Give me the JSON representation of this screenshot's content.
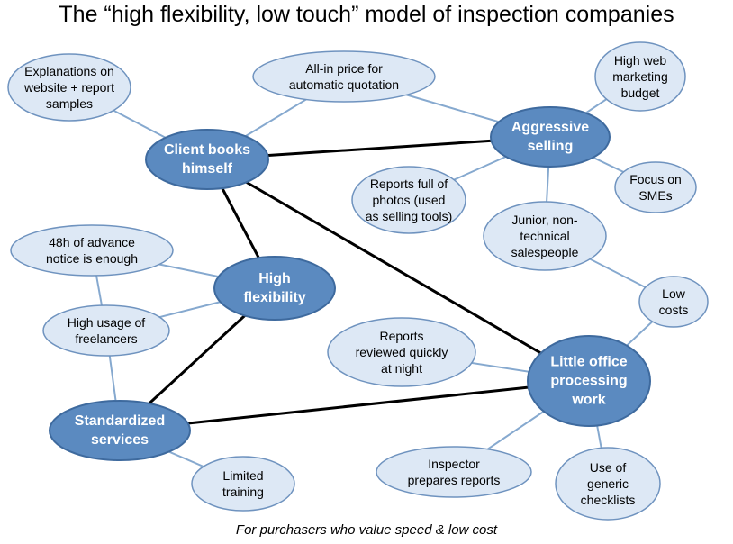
{
  "title": "The “high flexibility, low touch” model of inspection companies",
  "footer": "For purchasers who value speed & low cost",
  "colors": {
    "main_fill": "#5b8ac0",
    "main_stroke": "#3e6a9e",
    "main_text": "#ffffff",
    "leaf_fill": "#dde8f5",
    "leaf_stroke": "#6f93bf",
    "leaf_text": "#000000",
    "strong_edge": "#000000",
    "weak_edge": "#86a9cf"
  },
  "nodes": [
    {
      "id": "client-books-himself",
      "kind": "main",
      "lines": [
        "Client books",
        "himself"
      ]
    },
    {
      "id": "aggressive-selling",
      "kind": "main",
      "lines": [
        "Aggressive",
        "selling"
      ]
    },
    {
      "id": "high-flexibility",
      "kind": "main",
      "lines": [
        "High",
        "flexibility"
      ]
    },
    {
      "id": "standardized-services",
      "kind": "main",
      "lines": [
        "Standardized",
        "services"
      ]
    },
    {
      "id": "little-office-processing-work",
      "kind": "main",
      "lines": [
        "Little office",
        "processing",
        "work"
      ]
    },
    {
      "id": "explanations-on-website",
      "kind": "leaf",
      "lines": [
        "Explanations on",
        "website + report",
        "samples"
      ]
    },
    {
      "id": "all-in-price",
      "kind": "leaf",
      "lines": [
        "All-in price for",
        "automatic quotation"
      ]
    },
    {
      "id": "high-web-marketing-budget",
      "kind": "leaf",
      "lines": [
        "High web",
        "marketing",
        "budget"
      ]
    },
    {
      "id": "reports-full-of-photos",
      "kind": "leaf",
      "lines": [
        "Reports full of",
        "photos (used",
        "as selling tools)"
      ]
    },
    {
      "id": "focus-on-smes",
      "kind": "leaf",
      "lines": [
        "Focus on",
        "SMEs"
      ]
    },
    {
      "id": "junior-salespeople",
      "kind": "leaf",
      "lines": [
        "Junior, non-",
        "technical",
        "salespeople"
      ]
    },
    {
      "id": "advance-notice",
      "kind": "leaf",
      "lines": [
        "48h of advance",
        "notice is enough"
      ]
    },
    {
      "id": "high-usage-freelancers",
      "kind": "leaf",
      "lines": [
        "High usage of",
        "freelancers"
      ]
    },
    {
      "id": "low-costs",
      "kind": "leaf",
      "lines": [
        "Low",
        "costs"
      ]
    },
    {
      "id": "reports-reviewed-quickly",
      "kind": "leaf",
      "lines": [
        "Reports",
        "reviewed quickly",
        "at night"
      ]
    },
    {
      "id": "limited-training",
      "kind": "leaf",
      "lines": [
        "Limited",
        "training"
      ]
    },
    {
      "id": "inspector-prepares-reports",
      "kind": "leaf",
      "lines": [
        "Inspector",
        "prepares reports"
      ]
    },
    {
      "id": "generic-checklists",
      "kind": "leaf",
      "lines": [
        "Use of",
        "generic",
        "checklists"
      ]
    }
  ],
  "edges": [
    {
      "from": "client-books-himself",
      "to": "aggressive-selling",
      "strength": "strong"
    },
    {
      "from": "client-books-himself",
      "to": "high-flexibility",
      "strength": "strong"
    },
    {
      "from": "client-books-himself",
      "to": "little-office-processing-work",
      "strength": "strong"
    },
    {
      "from": "high-flexibility",
      "to": "standardized-services",
      "strength": "strong"
    },
    {
      "from": "standardized-services",
      "to": "little-office-processing-work",
      "strength": "strong"
    },
    {
      "from": "explanations-on-website",
      "to": "client-books-himself",
      "strength": "weak"
    },
    {
      "from": "all-in-price",
      "to": "client-books-himself",
      "strength": "weak"
    },
    {
      "from": "all-in-price",
      "to": "aggressive-selling",
      "strength": "weak"
    },
    {
      "from": "high-web-marketing-budget",
      "to": "aggressive-selling",
      "strength": "weak"
    },
    {
      "from": "reports-full-of-photos",
      "to": "aggressive-selling",
      "strength": "weak"
    },
    {
      "from": "focus-on-smes",
      "to": "aggressive-selling",
      "strength": "weak"
    },
    {
      "from": "junior-salespeople",
      "to": "aggressive-selling",
      "strength": "weak"
    },
    {
      "from": "junior-salespeople",
      "to": "low-costs",
      "strength": "weak"
    },
    {
      "from": "low-costs",
      "to": "little-office-processing-work",
      "strength": "weak"
    },
    {
      "from": "advance-notice",
      "to": "high-flexibility",
      "strength": "weak"
    },
    {
      "from": "advance-notice",
      "to": "high-usage-freelancers",
      "strength": "weak"
    },
    {
      "from": "high-usage-freelancers",
      "to": "high-flexibility",
      "strength": "weak"
    },
    {
      "from": "high-usage-freelancers",
      "to": "standardized-services",
      "strength": "weak"
    },
    {
      "from": "reports-reviewed-quickly",
      "to": "little-office-processing-work",
      "strength": "weak"
    },
    {
      "from": "limited-training",
      "to": "standardized-services",
      "strength": "weak"
    },
    {
      "from": "inspector-prepares-reports",
      "to": "little-office-processing-work",
      "strength": "weak"
    },
    {
      "from": "generic-checklists",
      "to": "little-office-processing-work",
      "strength": "weak"
    }
  ]
}
